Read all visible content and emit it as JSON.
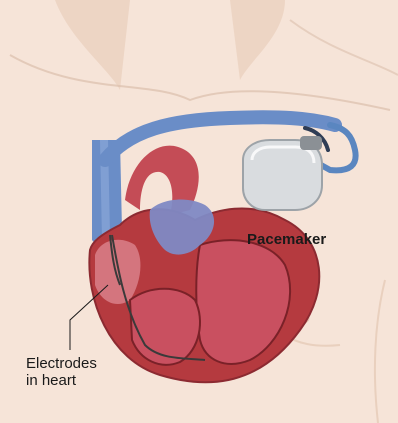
{
  "labels": {
    "pacemaker": "Pacemaker",
    "electrodes_line1": "Electrodes",
    "electrodes_line2": "in heart"
  },
  "colors": {
    "skin": "#f6e4d8",
    "skin_shadow": "#e9cdbb",
    "vein_blue": "#6a8dc7",
    "lead_wire": "#5a86c0",
    "heart_red": "#b53a3f",
    "heart_dark": "#8c2a31",
    "heart_chamber": "#c95060",
    "device_shell": "#d9dcdf",
    "label_text": "#1a1a1a"
  }
}
